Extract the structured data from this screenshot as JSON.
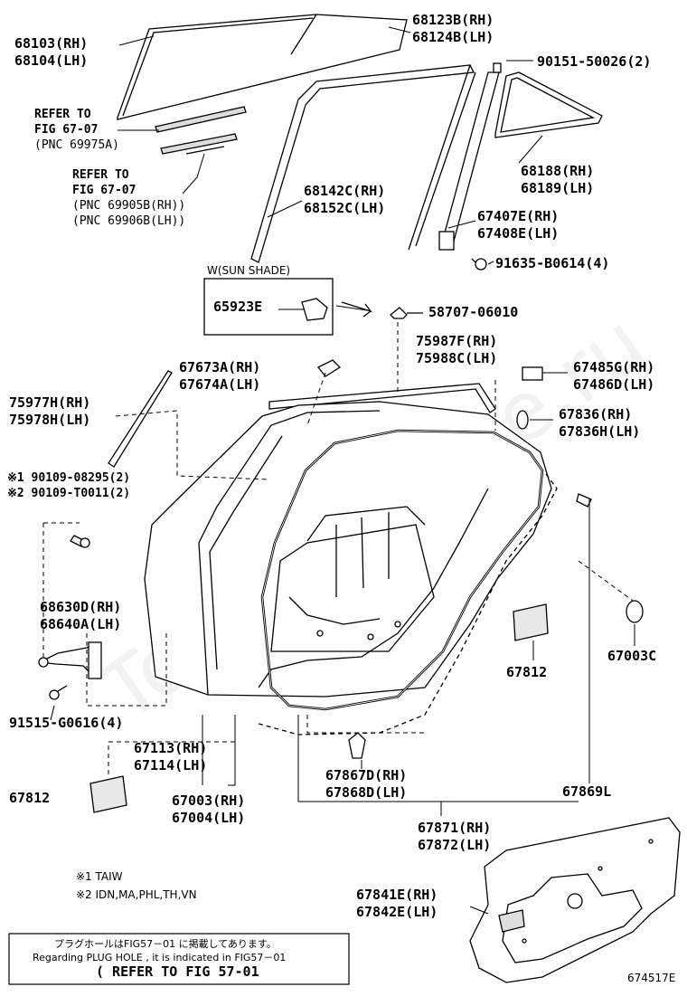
{
  "watermark": "ToyotaOnline.ru",
  "labels": {
    "l68103": [
      "68103(RH)",
      "68104(LH)"
    ],
    "l68123": [
      "68123B(RH)",
      "68124B(LH)"
    ],
    "l90151": "90151-50026(2)",
    "refer1": [
      "REFER TO",
      "FIG 67-07",
      "(PNC 69975A)"
    ],
    "refer2": [
      "REFER TO",
      "FIG 67-07",
      "(PNC 69905B(RH))",
      "(PNC 69906B(LH))"
    ],
    "l68188": [
      "68188(RH)",
      "68189(LH)"
    ],
    "l68142": [
      "68142C(RH)",
      "68152C(LH)"
    ],
    "l67407": [
      "67407E(RH)",
      "67408E(LH)"
    ],
    "l91635": "91635-B0614(4)",
    "sunshade": "W(SUN SHADE)",
    "l65923": "65923E",
    "l58707": "58707-06010",
    "l75987": [
      "75987F(RH)",
      "75988C(LH)"
    ],
    "l67673": [
      "67673A(RH)",
      "67674A(LH)"
    ],
    "l67485": [
      "67485G(RH)",
      "67486D(LH)"
    ],
    "l75977": [
      "75977H(RH)",
      "75978H(LH)"
    ],
    "l67836": [
      "67836(RH)",
      "67836H(LH)"
    ],
    "l90109": [
      "※1 90109-08295(2)",
      "※2 90109-T0011(2)"
    ],
    "l68630": [
      "68630D(RH)",
      "68640A(LH)"
    ],
    "l67812a": "67812",
    "l67003c": "67003C",
    "l91515": "91515-G0616(4)",
    "l67113": [
      "67113(RH)",
      "67114(LH)"
    ],
    "l67003": [
      "67003(RH)",
      "67004(LH)"
    ],
    "l67812b": "67812",
    "l67867": [
      "67867D(RH)",
      "67868D(LH)"
    ],
    "l67869": "67869L",
    "l67871": [
      "67871(RH)",
      "67872(LH)"
    ],
    "l67841": [
      "67841E(RH)",
      "67842E(LH)"
    ],
    "note1": "※1 TAIW",
    "note2": "※2 IDN,MA,PHL,TH,VN",
    "plug_jp": "プラグホールはFIG57－01 に掲載してあります。",
    "plug_en": "Regarding  PLUG HOLE , it is indicated in FIG57－01",
    "plug_ref": "( REFER TO FIG 57-01",
    "figure_id": "674517E"
  }
}
